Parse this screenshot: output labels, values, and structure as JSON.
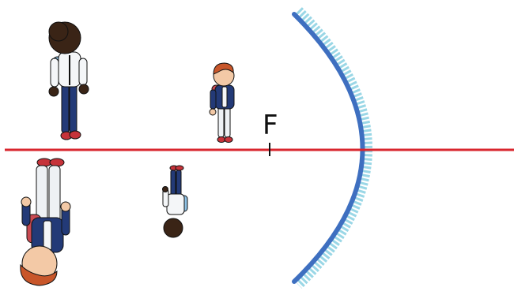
{
  "diagram": {
    "focal_label": "F",
    "colors": {
      "axis": "#d9262e",
      "mirror": "#3e6fc0",
      "mirror_hatch": "#9ad7e6",
      "ink": "#111111",
      "skin_dark": "#3a2416",
      "skin_light": "#f3c9a6",
      "hair_red": "#c8562a",
      "shirt_white": "#f4f6f8",
      "pants_navy": "#233a77",
      "backpack_blue": "#8fc3e6",
      "backpack_red": "#c94a52",
      "jacket_navy": "#233a77",
      "pants_white": "#eef1f4",
      "shoe_red": "#c6333a"
    },
    "icons": {
      "tall_boy": "boy-dark-skin-with-backpack",
      "small_boy": "boy-red-hair-with-backpack",
      "image_large": "inverted-enlarged-image-of-red-haired-boy",
      "image_small": "inverted-diminished-image-of-dark-skinned-boy",
      "mirror": "concave-mirror"
    }
  }
}
